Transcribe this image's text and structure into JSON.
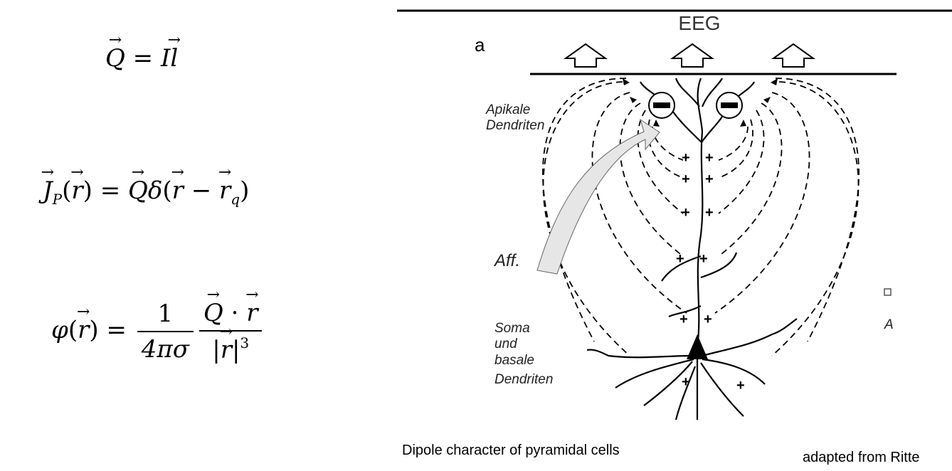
{
  "equations": {
    "dipole_moment": "Q = Il",
    "current_density": "J_P(r) = Q δ(r − r_q)",
    "potential": "φ(r) = 1/(4πσ) · Q·r / |r|^3"
  },
  "diagram": {
    "panel_label": "a",
    "title": "EEG",
    "label_apical": [
      "Apikale",
      "Dendriten"
    ],
    "label_aff": "Aff.",
    "label_soma": [
      "Soma",
      "und",
      "basale",
      "Dendriten"
    ],
    "partial_right_label": "A",
    "charge_plus": "+"
  },
  "captions": {
    "left": "Dipole character of pyramidal cells",
    "right": "adapted from Ritte"
  }
}
